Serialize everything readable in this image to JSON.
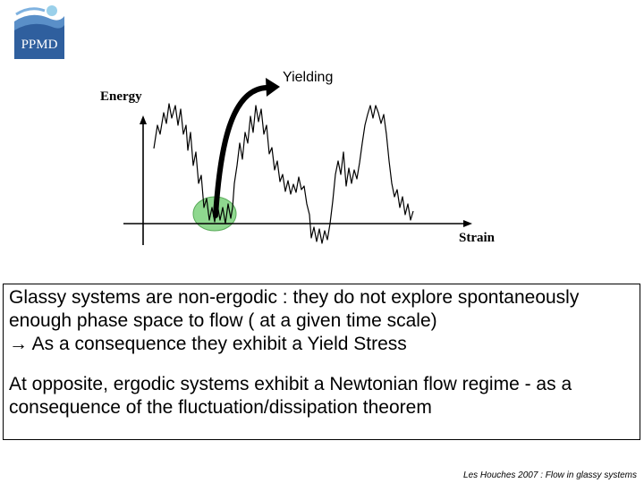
{
  "logo": {
    "text": "PPMD",
    "name": "ppmd-logo"
  },
  "diagram": {
    "yielding_label": "Yielding",
    "energy_label": "Energy",
    "strain_label": "Strain",
    "colors": {
      "well_highlight": "#8fd88f",
      "curve": "#000000",
      "arrow": "#000000"
    }
  },
  "textbox": {
    "paragraph1": "Glassy systems are non-ergodic : they do not explore spontaneously enough phase space to flow ( at a given time scale)",
    "arrow_symbol": "→",
    "consequence": " As a consequence they exhibit a Yield Stress",
    "paragraph2": "At opposite, ergodic systems exhibit a Newtonian flow regime - as a consequence of the fluctuation/dissipation theorem"
  },
  "footer": {
    "text": "Les Houches 2007 : Flow in glassy systems"
  }
}
